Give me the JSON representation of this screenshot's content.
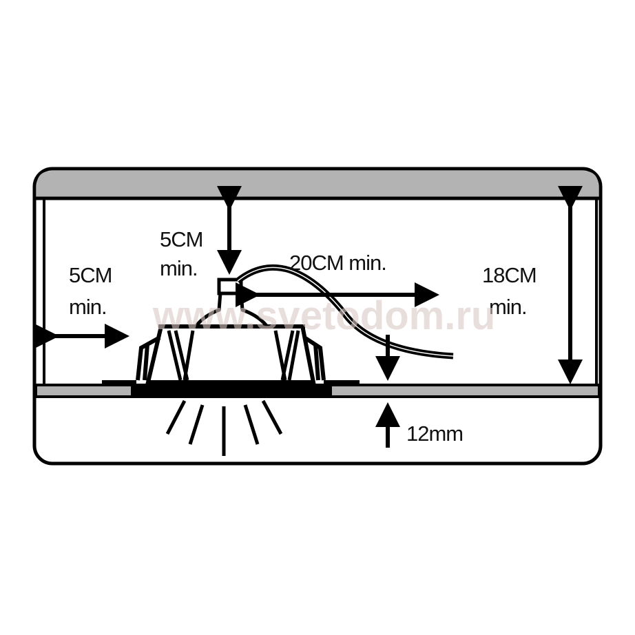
{
  "watermark": "www.svetodom.ru",
  "labels": {
    "top_clearance_value": "5CM",
    "top_clearance_min": "min.",
    "side_clearance_value": "5CM",
    "side_clearance_min": "min.",
    "cable_clearance": "20CM min.",
    "cavity_depth_value": "18CM",
    "cavity_depth_min": "min.",
    "ceiling_thickness": "12mm"
  },
  "colors": {
    "line": "#000000",
    "panel": "#b3b3b3",
    "background": "#ffffff"
  }
}
